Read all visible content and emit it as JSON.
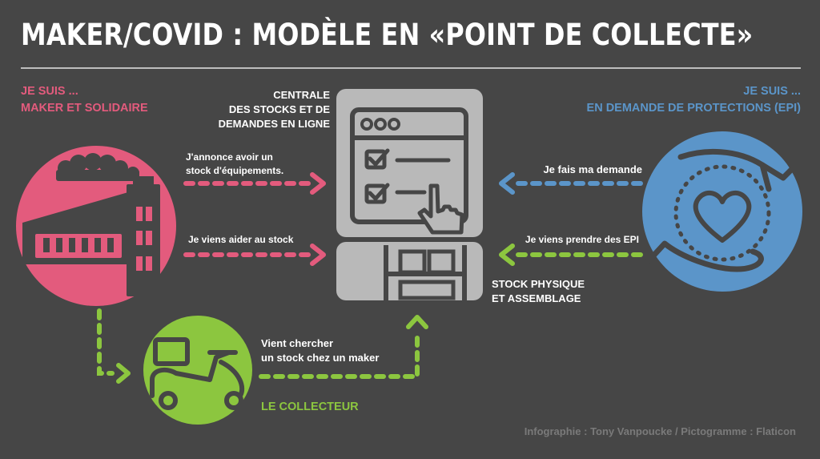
{
  "title": "MAKER/COVID : MODÈLE EN «POINT DE COLLECTE»",
  "maker": {
    "line1": "JE SUIS ...",
    "line2": "MAKER ET SOLIDAIRE"
  },
  "demandeur": {
    "line1": "JE SUIS ...",
    "line2": "EN DEMANDE DE PROTECTIONS (EPI)"
  },
  "centrale": {
    "line1": "CENTRALE",
    "line2": "DES STOCKS ET DE",
    "line3": "DEMANDES EN LIGNE"
  },
  "stock": {
    "line1": "STOCK PHYSIQUE",
    "line2": "ET ASSEMBLAGE"
  },
  "collecteur": {
    "label": "LE COLLECTEUR"
  },
  "flows": {
    "annonce_line1": "J'annonce avoir un",
    "annonce_line2": "stock d'équipements.",
    "aider": "Je viens aider au stock",
    "demande": "Je fais ma demande",
    "prendre": "Je viens prendre des EPI",
    "chercher_line1": "Vient chercher",
    "chercher_line2": "un stock chez un maker"
  },
  "credit": "Infographie : Tony Vanpoucke / Pictogramme : Flaticon",
  "colors": {
    "background": "#464646",
    "pink": "#e35b7d",
    "blue": "#5b95c9",
    "green": "#8cc63f",
    "box": "#b9b9b9",
    "icon_dark": "#464646"
  },
  "icons": {
    "maker": "factory-icon",
    "demandeur": "hands-heart-icon",
    "centrale": "browser-checklist-icon",
    "stock": "shelves-icon",
    "collecteur": "delivery-scooter-icon"
  }
}
